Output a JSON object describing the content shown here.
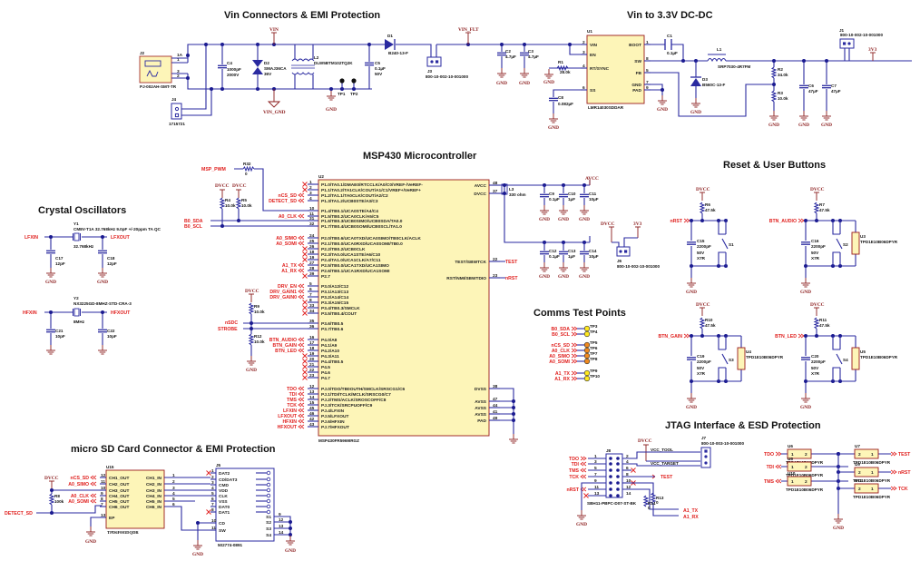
{
  "sections": {
    "vin": "Vin Connectors & EMI Protection",
    "dcdc": "Vin to 3.3V DC-DC",
    "mcu": "MSP430 Microcontroller",
    "crystal": "Crystal Oscillators",
    "buttons": "Reset & User Buttons",
    "testpoints": "Comms Test Points",
    "sd": "micro SD Card Connector & EMI Protection",
    "jtag": "JTAG Interface & ESD Protection"
  },
  "power_nets": {
    "vin": "VIN",
    "vin_gnd": "VIN_GND",
    "vin_flt": "VIN_FLT",
    "gnd": "GND",
    "dvcc": "DVCC",
    "avcc": "AVCC",
    "v3": "3V3"
  },
  "vin_section": {
    "j2": {
      "ref": "J2",
      "part": "PJ-002AH-SMT-TR",
      "pins": [
        "1A",
        "1",
        "3",
        "2"
      ]
    },
    "j4": {
      "ref": "J4",
      "part": "1715721",
      "pins": [
        "2",
        "1"
      ]
    },
    "c4": {
      "ref": "C4",
      "value": "1000pF",
      "rating": "2000V"
    },
    "d2": {
      "ref": "D2",
      "part": "SMAJ36CA",
      "rating": "36V"
    },
    "l2": {
      "ref": "L2",
      "part": "DLW5BTM102TQ2K"
    },
    "c5": {
      "ref": "C5",
      "value": "0.1µF",
      "rating": "50V"
    },
    "tp1": "TP1",
    "tp2": "TP2",
    "d1": {
      "ref": "D1",
      "part": "B240-13-F"
    },
    "j3": {
      "ref": "J3",
      "part": "800-10-002-10-001000"
    }
  },
  "dcdc_section": {
    "c2": {
      "ref": "C2",
      "value": "4.7µF"
    },
    "c3": {
      "ref": "C3",
      "value": "4.7µF"
    },
    "r1": {
      "ref": "R1",
      "value": "28.0k"
    },
    "c8": {
      "ref": "C8",
      "value": "0.082µF"
    },
    "u1": {
      "ref": "U1",
      "part": "LMR14030SDDAR",
      "left_pins": [
        {
          "n": "2",
          "name": "VIN"
        },
        {
          "n": "3",
          "name": "EN"
        },
        {
          "n": "4",
          "name": "RT/SYNC"
        },
        {
          "n": "6",
          "name": "SS"
        }
      ],
      "right_pins": [
        {
          "n": "1",
          "name": "BOOT"
        },
        {
          "n": "8",
          "name": "SW"
        },
        {
          "n": "5",
          "name": "FB"
        },
        {
          "n": "7",
          "name": "GND"
        },
        {
          "n": "9",
          "name": "PAD"
        }
      ]
    },
    "c1": {
      "ref": "C1",
      "value": "0.1µF"
    },
    "d3": {
      "ref": "D3",
      "part": "B560C-13-F"
    },
    "l1": {
      "ref": "L1",
      "part": "SRP7030-4R7FM"
    },
    "r2": {
      "ref": "R2",
      "value": "34.0k"
    },
    "r3": {
      "ref": "R3",
      "value": "10.0k"
    },
    "c6": {
      "ref": "C6",
      "value": "47µF"
    },
    "c7": {
      "ref": "C7",
      "value": "47µF"
    },
    "j1": {
      "ref": "J1",
      "part": "800-10-002-10-001000"
    }
  },
  "mcu_section": {
    "u2": {
      "ref": "U2",
      "part": "MSP430FR5969IRGZ"
    },
    "r32": {
      "ref": "R32",
      "value": "0"
    },
    "r4": {
      "ref": "R4",
      "value": "10.0k"
    },
    "r5": {
      "ref": "R5",
      "value": "10.0k"
    },
    "r9": {
      "ref": "R9",
      "value": "10.0k"
    },
    "r12": {
      "ref": "R12",
      "value": "10.0k"
    },
    "left_pins": [
      {
        "n": "1",
        "name": "P1.0/TA0.1/DMAE0/RTCCLK/A0/C0/VREF-/VeREF-",
        "net": ""
      },
      {
        "n": "2",
        "name": "P1.1/TA0.2/TA1CLK/COUT/A1/C1/VREF+/VeREF+",
        "net": ""
      },
      {
        "n": "3",
        "name": "P1.2/TA1.1/TA0CLK/COUT/A2/C2",
        "net": "nCS_SD"
      },
      {
        "n": "4",
        "name": "P1.3/TA1.2/UCB0STE/A3/C3",
        "net": "DETECT_SD"
      },
      {
        "n": "10",
        "name": "P1.4/TB0.1/UCA0STE/A4/C4",
        "net": ""
      },
      {
        "n": "11",
        "name": "P1.5/TB0.2/UCA0CLK/A5/C5",
        "net": "A0_CLK"
      },
      {
        "n": "31",
        "name": "P1.6/TB0.3/UCB0SIMO/UCB0SDA/TA0.0",
        "net": ""
      },
      {
        "n": "32",
        "name": "P1.7/TB0.4/UCB0SOMI/UCB0SCL/TA1.0",
        "net": ""
      },
      {
        "n": "24",
        "name": "P2.0/TB0.6/UCA0TXD/UCA0SIMO/TB0CLK/ACLK",
        "net": "A0_SIMO"
      },
      {
        "n": "25",
        "name": "P2.1/TB0.0/UCA0RXD/UCA0SOMI/TB0.0",
        "net": "A0_SOMI"
      },
      {
        "n": "26",
        "name": "P2.2/TB0.2/UCB0CLK",
        "net": ""
      },
      {
        "n": "18",
        "name": "P2.3/TA0.0/UCA1STE/A6/C10",
        "net": ""
      },
      {
        "n": "19",
        "name": "P2.4/TA1.0/UCA1CLK/A7/C11",
        "net": ""
      },
      {
        "n": "27",
        "name": "P2.5/TB0.0/UCA1TXD/UCA1SIMO",
        "net": "A1_TX"
      },
      {
        "n": "28",
        "name": "P2.6/TB0.1/UCA1RXD/UCA1SOMI",
        "net": "A1_RX"
      },
      {
        "n": "39",
        "name": "P2.7",
        "net": ""
      },
      {
        "n": "5",
        "name": "P3.0/A12/C12",
        "net": "DRV_EN"
      },
      {
        "n": "6",
        "name": "P3.1/A13/C13",
        "net": "DRV_GAIN1"
      },
      {
        "n": "7",
        "name": "P3.2/A14/C14",
        "net": "DRV_GAIN0"
      },
      {
        "n": "8",
        "name": "P3.3/A15/C15",
        "net": ""
      },
      {
        "n": "33",
        "name": "P3.4/TB0.3/SMCLK",
        "net": ""
      },
      {
        "n": "34",
        "name": "P3.5/TB0.4/COUT",
        "net": ""
      },
      {
        "n": "35",
        "name": "P3.6/TB0.5",
        "net": ""
      },
      {
        "n": "36",
        "name": "P3.7/TB0.6",
        "net": ""
      },
      {
        "n": "16",
        "name": "P4.0/A8",
        "net": "BTN_AUDIO"
      },
      {
        "n": "17",
        "name": "P4.1/A9",
        "net": "BTN_GAIN"
      },
      {
        "n": "18",
        "name": "P4.2/A10",
        "net": "BTN_LED"
      },
      {
        "n": "19",
        "name": "P4.3/A11",
        "net": ""
      },
      {
        "n": "20",
        "name": "P4.4/TB0.5",
        "net": ""
      },
      {
        "n": "21",
        "name": "P4.5",
        "net": ""
      },
      {
        "n": "22",
        "name": "P4.6",
        "net": ""
      },
      {
        "n": "23",
        "name": "P4.7",
        "net": ""
      },
      {
        "n": "12",
        "name": "PJ.0/TDO/TB0OUTH/SMCLK/SRSCG1/C6",
        "net": "TDO"
      },
      {
        "n": "13",
        "name": "PJ.1/TDI/TCLK/MCLK/SRSCG0/C7",
        "net": "TDI"
      },
      {
        "n": "14",
        "name": "PJ.2/TMS/ACLK/SROSCOFF/C8",
        "net": "TMS"
      },
      {
        "n": "15",
        "name": "PJ.3/TCK/SRCPUOFF/C9",
        "net": "TCK"
      },
      {
        "n": "45",
        "name": "PJ.4/LFXIN",
        "net": "LFXIN"
      },
      {
        "n": "46",
        "name": "PJ.5/LFXOUT",
        "net": "LFXOUT"
      },
      {
        "n": "42",
        "name": "PJ.6/HFXIN",
        "net": "HFXIN"
      },
      {
        "n": "43",
        "name": "PJ.7/HFXOUT",
        "net": "HFXOUT"
      }
    ],
    "right_pins": [
      {
        "n": "48",
        "name": "AVCC"
      },
      {
        "n": "37",
        "name": "DVCC"
      },
      {
        "n": "22",
        "name": "TEST/SBWTCK"
      },
      {
        "n": "23",
        "name": "RST/NMI/SBWTDIO"
      },
      {
        "n": "38",
        "name": "DVSS"
      },
      {
        "n": "47",
        "name": "AVSS"
      },
      {
        "n": "44",
        "name": "AVSS"
      },
      {
        "n": "41",
        "name": "AVSS"
      },
      {
        "n": "49",
        "name": "PAD"
      }
    ],
    "nets_extra": {
      "msp_pwm": "MSP_PWM",
      "b0_sda": "B0_SDA",
      "b0_scl": "B0_SCL",
      "nsdc": "nSDC",
      "strobe": "STROBE",
      "test": "TEST",
      "nrst": "nRST"
    },
    "l3": {
      "ref": "L3",
      "value": "330 ohm"
    },
    "c9": {
      "ref": "C9",
      "value": "0.1µF"
    },
    "c10": {
      "ref": "C10",
      "value": "1µF"
    },
    "c11": {
      "ref": "C11",
      "value": "10µF"
    },
    "c12": {
      "ref": "C12",
      "value": "0.1µF"
    },
    "c13": {
      "ref": "C13",
      "value": "1µF"
    },
    "c14": {
      "ref": "C14",
      "value": "10µF"
    },
    "j6": {
      "ref": "J6",
      "part": "800-10-002-10-001000"
    }
  },
  "crystal_section": {
    "y1": {
      "ref": "Y1",
      "part": "CM8V-T1A 32.768kHz 9.0pF +/-20ppm TA QC",
      "freq": "32.768kHz"
    },
    "c17": {
      "ref": "C17",
      "value": "12pF"
    },
    "c18": {
      "ref": "C18",
      "value": "12pF"
    },
    "y2": {
      "ref": "Y2",
      "part": "NX3225GD-8MHZ-STD-CRA-3",
      "freq": "8MHz"
    },
    "c21": {
      "ref": "C21",
      "value": "10pF"
    },
    "c22": {
      "ref": "C22",
      "value": "10pF"
    },
    "nets": {
      "lfxin": "LFXIN",
      "lfxout": "LFXOUT",
      "hfxin": "HFXIN",
      "hfxout": "HFXOUT"
    }
  },
  "buttons_section": {
    "groups": [
      {
        "net": "nRST",
        "r": "R6",
        "rv": "47.5k",
        "c": "C15",
        "sw": "S1",
        "esd": ""
      },
      {
        "net": "BTN_AUDIO",
        "r": "R7",
        "rv": "47.5k",
        "c": "C16",
        "sw": "S2",
        "esd": "U3"
      },
      {
        "net": "BTN_GAIN",
        "r": "R10",
        "rv": "47.5k",
        "c": "C19",
        "sw": "S3",
        "esd": "U4"
      },
      {
        "net": "BTN_LED",
        "r": "R11",
        "rv": "47.5k",
        "c": "C20",
        "sw": "S4",
        "esd": "U5"
      }
    ],
    "cap_value": "2200pF",
    "cap_rating": "50V",
    "cap_type": "X7R",
    "esd_part": "TPD1E10B06DPYR"
  },
  "testpoints_section": {
    "points": [
      {
        "net": "B0_SDA",
        "tp": "TP3",
        "color": "yellow"
      },
      {
        "net": "B0_SCL",
        "tp": "TP4",
        "color": "yellow"
      },
      {
        "net": "nCS_SD",
        "tp": "TP5",
        "color": "orange"
      },
      {
        "net": "A0_CLK",
        "tp": "TP6",
        "color": "orange"
      },
      {
        "net": "A0_SIMO",
        "tp": "TP7",
        "color": "orange"
      },
      {
        "net": "A0_SOMI",
        "tp": "TP8",
        "color": "orange"
      },
      {
        "net": "A1_TX",
        "tp": "TP9",
        "color": "yellow"
      },
      {
        "net": "A1_RX",
        "tp": "TP10",
        "color": "yellow"
      }
    ]
  },
  "sd_section": {
    "u15": {
      "ref": "U15",
      "part": "TPD6F003DQDR",
      "left": [
        {
          "n": "12",
          "name": "CH1_OUT",
          "net": "nCS_SD"
        },
        {
          "n": "11",
          "name": "CH2_OUT",
          "net": "A0_SIMO"
        },
        {
          "n": "10",
          "name": "CH3_OUT",
          "net": ""
        },
        {
          "n": "9",
          "name": "CH4_OUT",
          "net": "A0_CLK"
        },
        {
          "n": "8",
          "name": "CH5_OUT",
          "net": "A0_SOMI"
        },
        {
          "n": "7",
          "name": "CH6_OUT",
          "net": ""
        },
        {
          "n": "13",
          "name": "EP",
          "net": ""
        }
      ],
      "right": [
        {
          "n": "1",
          "name": "CH1_IN"
        },
        {
          "n": "2",
          "name": "CH2_IN"
        },
        {
          "n": "3",
          "name": "CH3_IN"
        },
        {
          "n": "4",
          "name": "CH4_IN"
        },
        {
          "n": "5",
          "name": "CH5_IN"
        },
        {
          "n": "6",
          "name": "CH6_IN"
        }
      ]
    },
    "r8": {
      "ref": "R8",
      "value": "100k"
    },
    "detect": "DETECT_SD",
    "j5": {
      "ref": "J5",
      "part": "502774-0891",
      "left": [
        {
          "n": "1",
          "name": "DAT2"
        },
        {
          "n": "2",
          "name": "CD/DAT3"
        },
        {
          "n": "3",
          "name": "CMD"
        },
        {
          "n": "4",
          "name": "VDD"
        },
        {
          "n": "5",
          "name": "CLK"
        },
        {
          "n": "6",
          "name": "VSS"
        },
        {
          "n": "7",
          "name": "DAT0"
        },
        {
          "n": "8",
          "name": "DAT1"
        },
        {
          "n": "10",
          "name": "CD"
        },
        {
          "n": "11",
          "name": "SW"
        }
      ],
      "right": [
        {
          "n": "9",
          "name": "S1"
        },
        {
          "n": "12",
          "name": "S2"
        },
        {
          "n": "13",
          "name": "S3"
        },
        {
          "n": "14",
          "name": "S4"
        }
      ]
    }
  },
  "jtag_section": {
    "j8": {
      "ref": "J8",
      "part": "SBH11-PBPC-D07-ST-BK"
    },
    "j8_left_pins": [
      "1",
      "3",
      "5",
      "7",
      "9",
      "11",
      "13"
    ],
    "j8_right_pins": [
      "2",
      "4",
      "6",
      "8",
      "10",
      "12",
      "14"
    ],
    "left_nets": [
      "TDO",
      "TDI",
      "TMS",
      "TCK",
      "",
      "nRST",
      ""
    ],
    "vcc_tool": "VCC_TOOL",
    "vcc_target": "VCC_TARGET",
    "test": "TEST",
    "j7": {
      "ref": "J7",
      "part": "800-10-003-10-001000",
      "pins": [
        "1",
        "2",
        "3"
      ]
    },
    "r13": {
      "ref": "R13",
      "value": "0"
    },
    "r14": {
      "ref": "R14",
      "value": "0"
    },
    "a1_tx": "A1_TX",
    "a1_rx": "A1_RX",
    "esd": [
      {
        "ref": "U6",
        "net": "TDO"
      },
      {
        "ref": "U8",
        "net": "TDI"
      },
      {
        "ref": "U10",
        "net": "TMS"
      },
      {
        "ref": "U7",
        "net": "TEST"
      },
      {
        "ref": "U9",
        "net": "nRST"
      },
      {
        "ref": "U11",
        "net": "TCK"
      }
    ],
    "esd_part": "TPD1E10B06DPYR"
  }
}
